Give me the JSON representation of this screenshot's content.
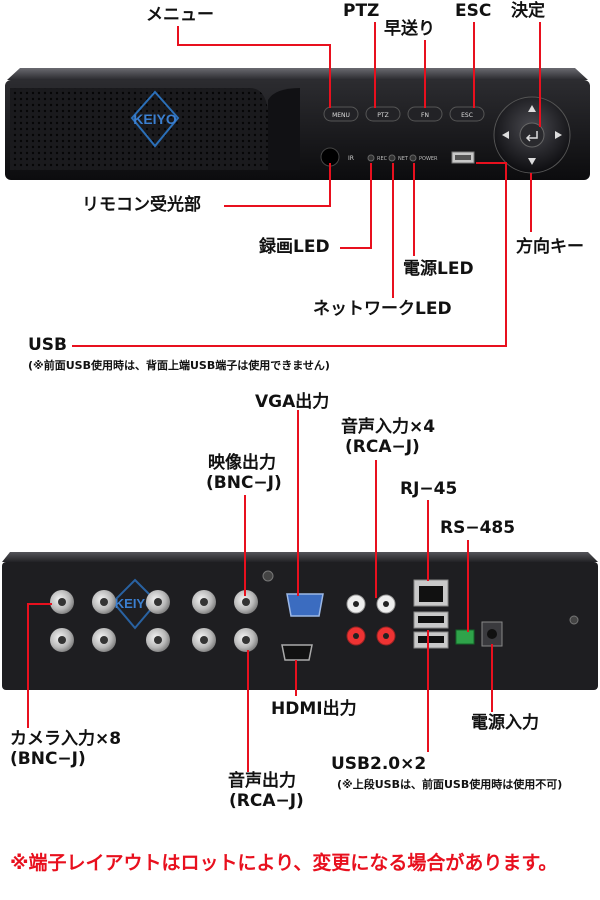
{
  "front": {
    "menu": "メニュー",
    "ptz": "PTZ",
    "ff": "早送り",
    "esc": "ESC",
    "enter": "決定",
    "ir": "リモコン受光部",
    "rec_led": "録画LED",
    "power_led": "電源LED",
    "dir": "方向キー",
    "net_led": "ネットワークLED",
    "usb": "USB",
    "usb_note": "(※前面USB使用時は、背面上端USB端子は使用できません)",
    "logo": "KEIYO",
    "buttons": [
      "MENU",
      "PTZ",
      "FN",
      "ESC"
    ],
    "led_labels": [
      "IR",
      "REC",
      "NET",
      "POWER"
    ]
  },
  "rear": {
    "vga": "VGA出力",
    "audio_in_1": "音声入力×4",
    "audio_in_2": "(RCA−J)",
    "video_out_1": "映像出力",
    "video_out_2": "(BNC−J)",
    "rj45": "RJ−45",
    "rs485": "RS−485",
    "hdmi": "HDMI出力",
    "power_in": "電源入力",
    "camera_in_1": "カメラ入力×8",
    "camera_in_2": "(BNC−J)",
    "usb20": "USB2.0×2",
    "usb20_note": "(※上段USBは、前面USB使用時は使用不可)",
    "audio_out_1": "音声出力",
    "audio_out_2": "(RCA−J)",
    "logo": "KEIYO"
  },
  "warning": "※端子レイアウトはロットにより、変更になる場合があります。",
  "colors": {
    "line": "#e8101e",
    "warning": "#e8101e",
    "body": "#1d1d1f"
  }
}
